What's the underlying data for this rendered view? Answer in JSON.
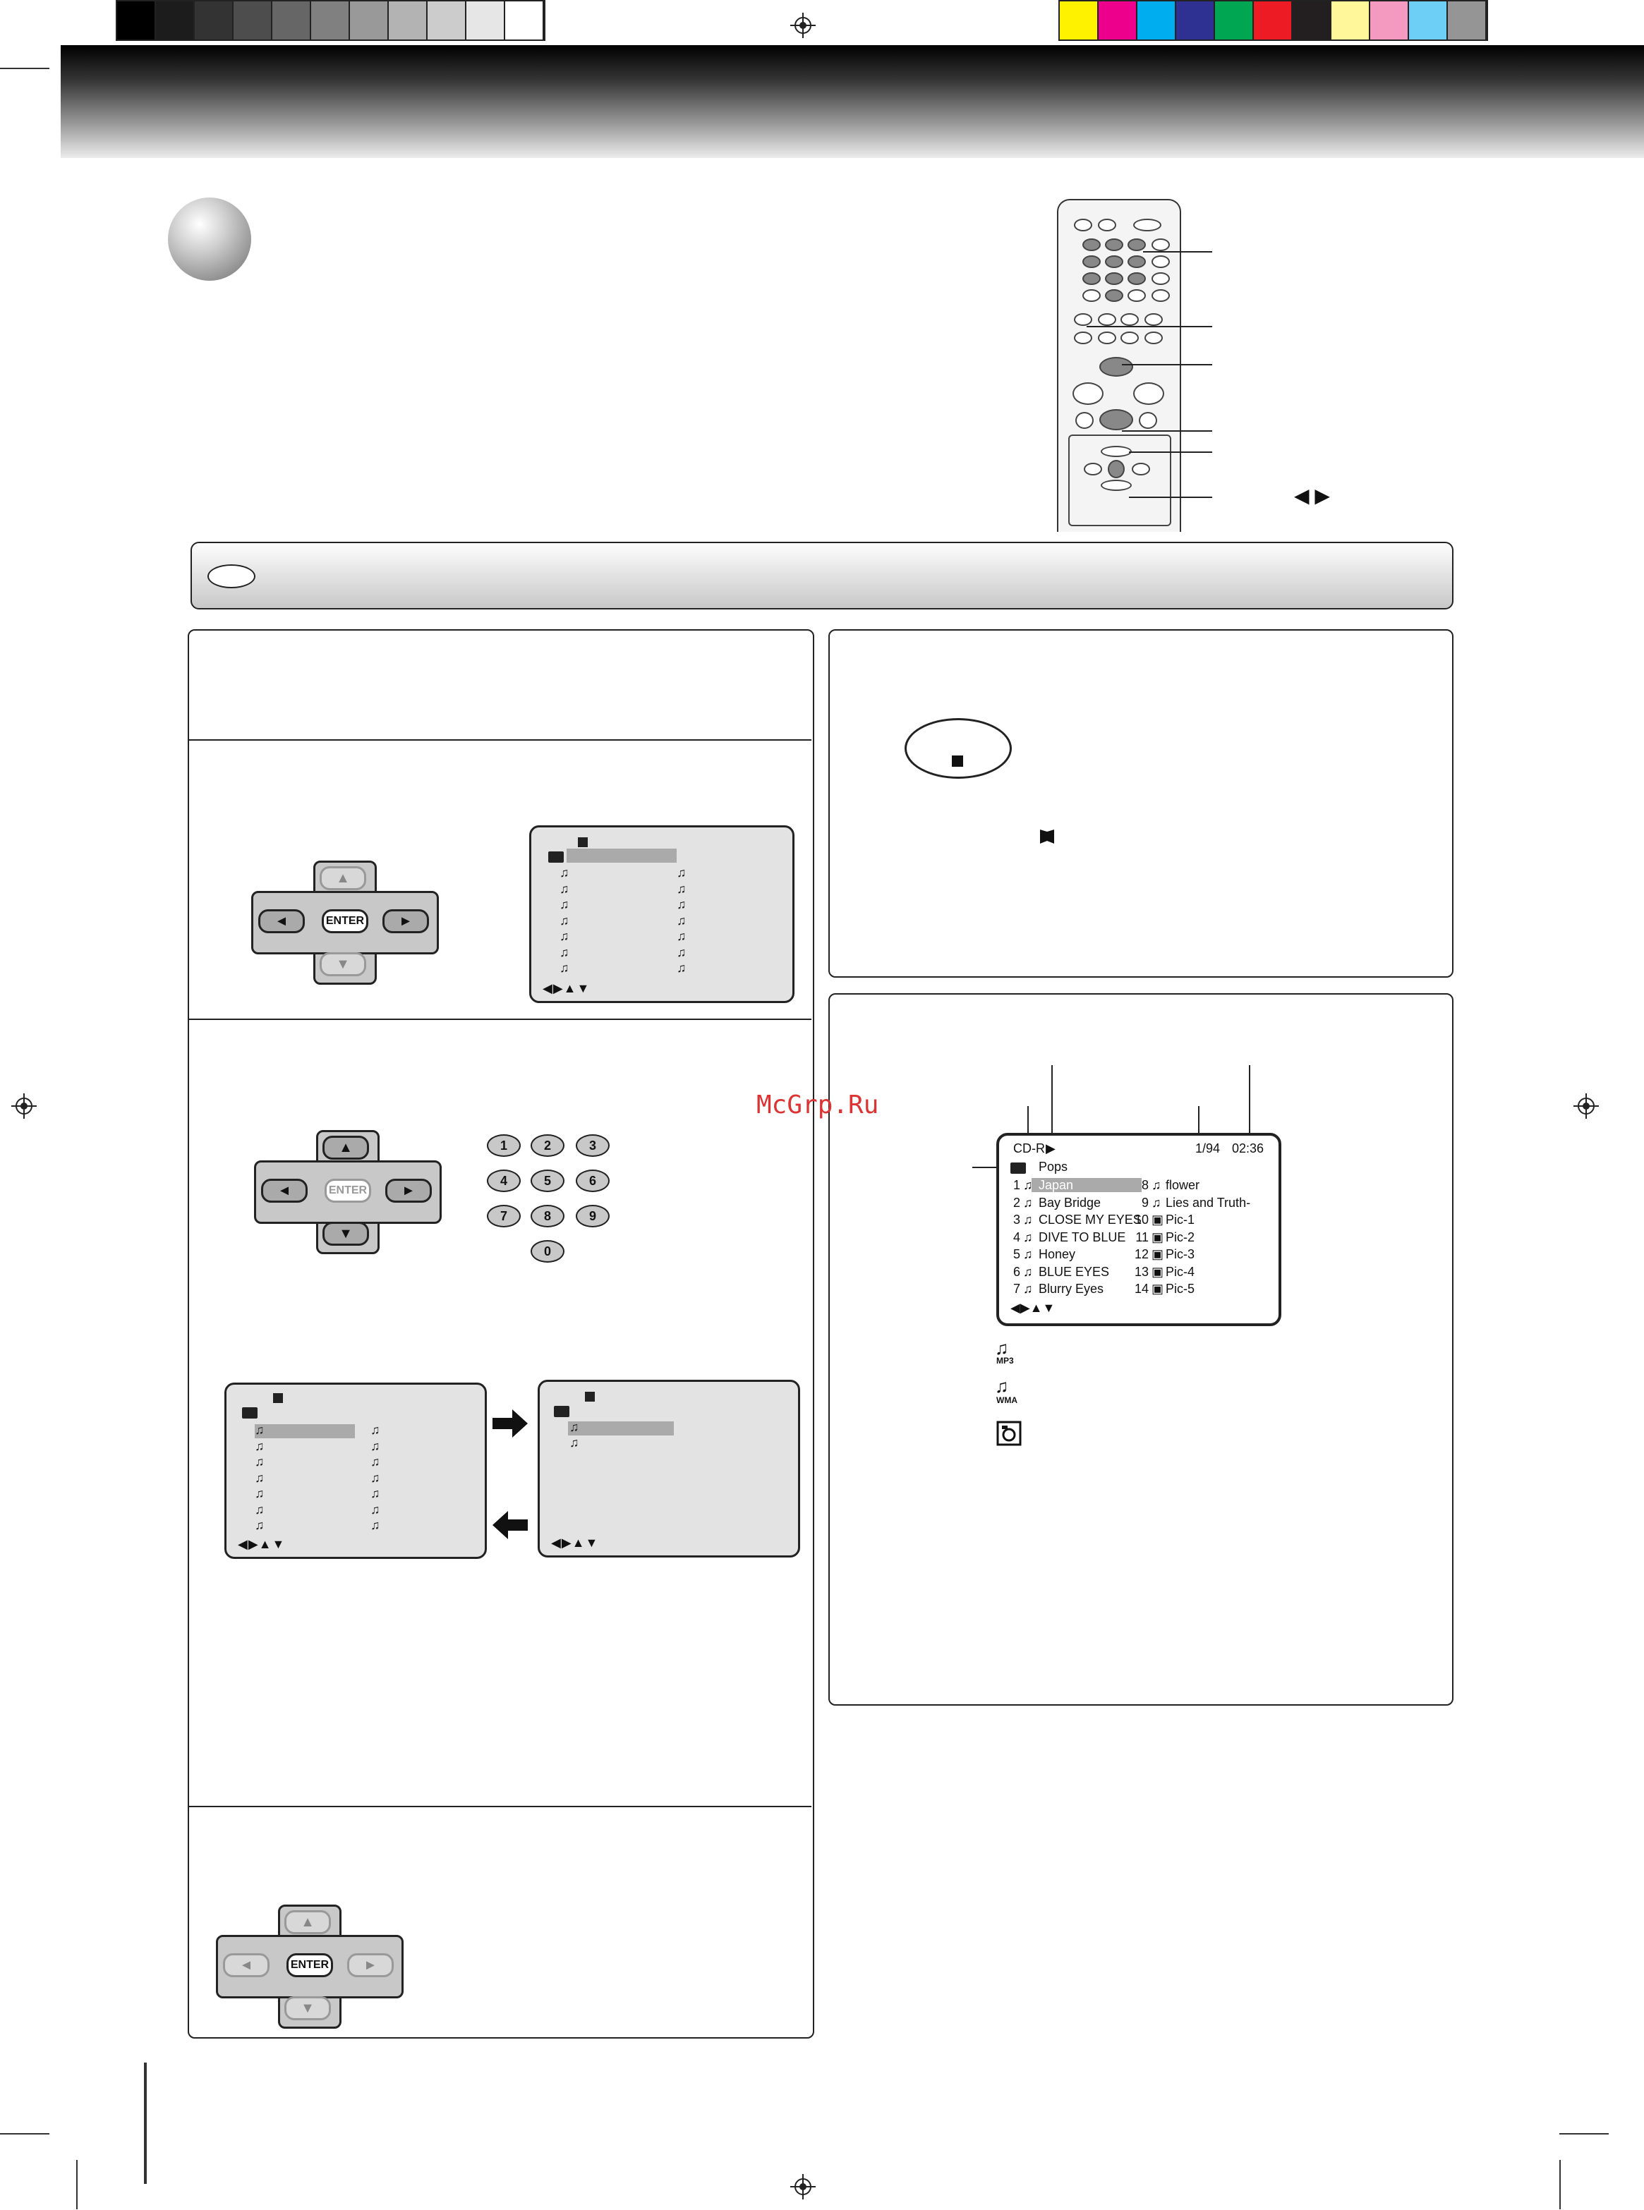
{
  "print_marks": {
    "gray_swatches": [
      "#000000",
      "#1c1c1c",
      "#333333",
      "#4d4d4d",
      "#666666",
      "#808080",
      "#999999",
      "#b3b3b3",
      "#cccccc",
      "#e6e6e6",
      "#ffffff"
    ],
    "color_swatches": [
      "#fff200",
      "#ec008c",
      "#00aeef",
      "#2e3192",
      "#00a651",
      "#ed1c24",
      "#231f20",
      "#fff799",
      "#f49ac1",
      "#6dcff6",
      "#959595"
    ]
  },
  "remote": {
    "callouts": [
      "",
      "",
      "",
      "",
      "",
      "◀ ▶"
    ]
  },
  "panel_left_top": {
    "dpad1": {
      "enter": "ENTER",
      "left": "◄",
      "right": "►",
      "up": "▲",
      "down": "▼"
    },
    "screen1": {
      "nav": "◀▶▲▼"
    }
  },
  "panel_left_mid": {
    "dpad2": {
      "enter": "ENTER",
      "left": "◄",
      "right": "►",
      "up": "▲",
      "down": "▼"
    },
    "numkeys": [
      "1",
      "2",
      "3",
      "4",
      "5",
      "6",
      "7",
      "8",
      "9",
      "0"
    ],
    "screen2": {
      "nav": "◀▶▲▼"
    },
    "screen3": {
      "nav": "◀▶▲▼"
    }
  },
  "panel_left_bottom": {
    "dpad3": {
      "enter": "ENTER",
      "left": "◄",
      "right": "►",
      "up": "▲",
      "down": "▼"
    }
  },
  "watermark": "McGrp.Ru",
  "display": {
    "disc": "CD-R",
    "play": "▶",
    "track_count": "1/94",
    "time": "02:36",
    "folder": "Pops",
    "nav": "◀▶▲▼",
    "left_col": [
      {
        "n": "1",
        "title": "Japan"
      },
      {
        "n": "2",
        "title": "Bay Bridge"
      },
      {
        "n": "3",
        "title": "CLOSE MY EYES"
      },
      {
        "n": "4",
        "title": "DIVE TO BLUE"
      },
      {
        "n": "5",
        "title": "Honey"
      },
      {
        "n": "6",
        "title": "BLUE EYES"
      },
      {
        "n": "7",
        "title": "Blurry Eyes"
      }
    ],
    "right_col": [
      {
        "n": "8",
        "title": "flower"
      },
      {
        "n": "9",
        "title": "Lies and Truth-"
      },
      {
        "n": "10",
        "title": "Pic-1"
      },
      {
        "n": "11",
        "title": "Pic-2"
      },
      {
        "n": "12",
        "title": "Pic-3"
      },
      {
        "n": "13",
        "title": "Pic-4"
      },
      {
        "n": "14",
        "title": "Pic-5"
      }
    ]
  },
  "legend": {
    "mp3_label": "MP3",
    "wma_label": "WMA"
  }
}
